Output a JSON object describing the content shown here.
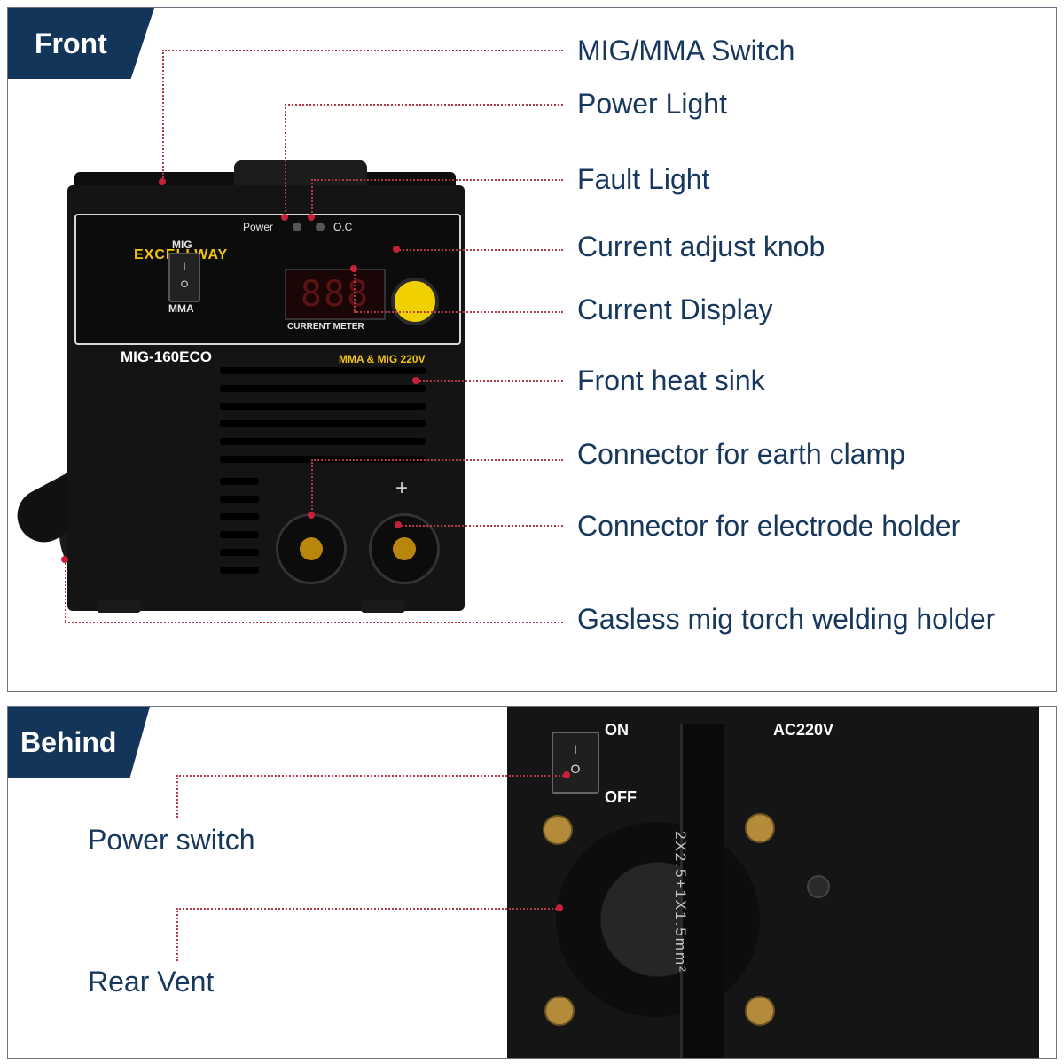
{
  "front": {
    "tag": "Front",
    "callouts": [
      "MIG/MMA Switch",
      "Power Light",
      "Fault Light",
      "Current adjust knob",
      "Current Display",
      "Front heat sink",
      "Connector for earth clamp",
      "Connector for electrode holder",
      "Gasless mig torch welding holder"
    ],
    "machine": {
      "brand": "EXCELLWAY",
      "power": "Power",
      "oc": "O.C",
      "mig": "MIG",
      "mma": "MMA",
      "switch_on": "I",
      "switch_off": "O",
      "display": "888",
      "meter": "CURRENT METER",
      "model": "MIG-160ECO",
      "rated": "MMA & MIG 220V",
      "plus": "+"
    }
  },
  "behind": {
    "tag": "Behind",
    "callouts": [
      "Power switch",
      "Rear Vent"
    ],
    "machine": {
      "on": "ON",
      "off": "OFF",
      "ac": "AC220V",
      "switch_on": "I",
      "switch_off": "O",
      "cable": "2X2.5+1X1.5mm²"
    }
  },
  "colors": {
    "tag_bg": "#14355a",
    "callout_text": "#17375d",
    "leader": "#b23a48"
  }
}
